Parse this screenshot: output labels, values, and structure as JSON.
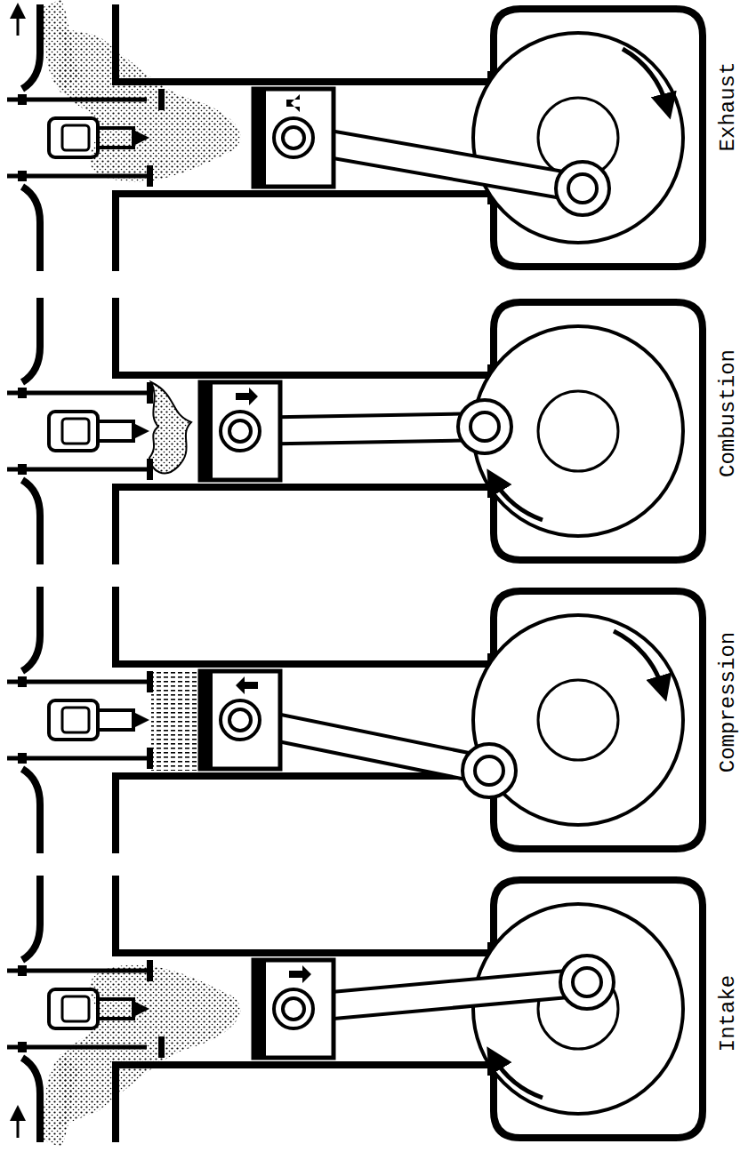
{
  "diagram": {
    "labels": [
      "Exhaust",
      "Combustion",
      "Compression",
      "Intake"
    ]
  }
}
